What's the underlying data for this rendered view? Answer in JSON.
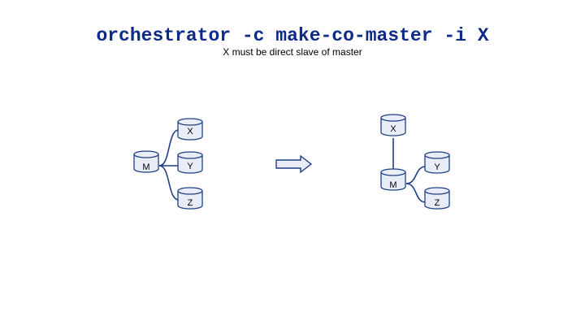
{
  "title": "orchestrator -c make-co-master -i X",
  "subtitle": "X must be direct slave of master",
  "colors": {
    "title": "#0d2a87",
    "line": "#1f3f86",
    "node_fill": "#e8edf7",
    "node_stroke": "#1f3f86",
    "arrow_fill": "#e8edf7"
  },
  "before": {
    "nodes": {
      "master": "M",
      "x": "X",
      "y": "Y",
      "z": "Z"
    }
  },
  "after": {
    "nodes": {
      "x": "X",
      "master": "M",
      "y": "Y",
      "z": "Z"
    }
  },
  "arrow_icon": "right-arrow"
}
